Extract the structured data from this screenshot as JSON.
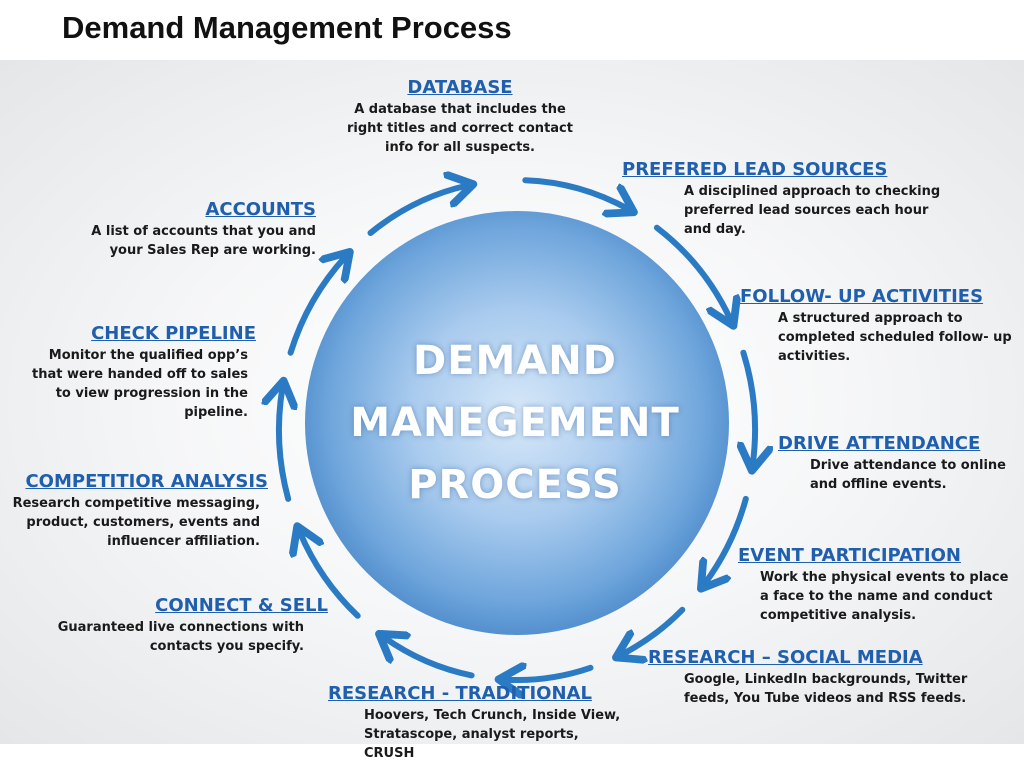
{
  "title": "Demand Management Process",
  "center": {
    "line1": "DEMAND",
    "line2": "MANEGEMENT",
    "line3": "PROCESS"
  },
  "colors": {
    "heading": "#1f5fae",
    "ring": "#2b7bc4",
    "circle_light": "#cfe3f7",
    "circle_dark": "#4f8fd0"
  },
  "nodes": {
    "database": {
      "heading": "DATABASE",
      "desc": "A database that includes the\nright titles and correct contact\ninfo for all suspects."
    },
    "prefered_lead_sources": {
      "heading": "PREFERED LEAD SOURCES",
      "desc": "A disciplined approach to checking\npreferred lead sources each hour\nand day."
    },
    "follow_up": {
      "heading": "FOLLOW- UP ACTIVITIES",
      "desc": "A structured approach to\ncompleted scheduled follow- up\nactivities."
    },
    "drive_attendance": {
      "heading": "DRIVE ATTENDANCE",
      "desc": "Drive attendance to online\nand offline events."
    },
    "event_participation": {
      "heading": "EVENT PARTICIPATION",
      "desc": "Work the physical events to place\na face to the name and conduct\ncompetitive analysis."
    },
    "research_social": {
      "heading": "RESEARCH  – SOCIAL MEDIA",
      "desc": "Google, LinkedIn backgrounds, Twitter\nfeeds, You Tube videos and RSS feeds."
    },
    "research_traditional": {
      "heading": "RESEARCH  - TRADITIONAL",
      "desc": "Hoovers, Tech Crunch, Inside View,\nStratascope, analyst reports, CRUSH"
    },
    "connect_sell": {
      "heading": "CONNECT & SELL",
      "desc": "Guaranteed live connections with\ncontacts you specify."
    },
    "competitor_analysis": {
      "heading": "COMPETITIOR ANALYSIS",
      "desc": "Research competitive messaging,\nproduct, customers, events and\ninfluencer affiliation."
    },
    "check_pipeline": {
      "heading": "CHECK PIPELINE",
      "desc": "Monitor the qualified opp’s\nthat were handed off to sales\nto view progression in the\npipeline."
    },
    "accounts": {
      "heading": "ACCOUNTS",
      "desc": "A list of accounts that you and\nyour Sales Rep are working."
    }
  }
}
